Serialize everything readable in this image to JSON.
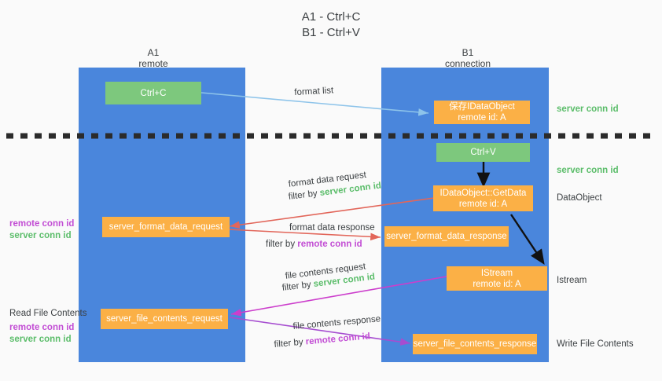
{
  "title": {
    "line1": "A1 - Ctrl+C",
    "line2": "B1 - Ctrl+V"
  },
  "colors": {
    "column": "#4a86dc",
    "green_box": "#7dc87d",
    "orange_box": "#fbb046",
    "server_conn_text": "#5bbd6a",
    "remote_conn_text": "#c24dd4",
    "arrow_blue": "#8ec4ea",
    "arrow_red": "#e2665a",
    "arrow_magenta": "#cc3ecc",
    "arrow_purple": "#a64dd0",
    "arrow_black": "#000000",
    "background": "#fafafa"
  },
  "columns": [
    {
      "id": "a1",
      "title": "A1",
      "subtitle": "remote"
    },
    {
      "id": "b1",
      "title": "B1",
      "subtitle": "connection"
    }
  ],
  "boxes": {
    "ctrl_c": {
      "line1": "Ctrl+C",
      "line2": ""
    },
    "save_idataobject": {
      "line1": "保存IDataObject",
      "line2": "remote id: A"
    },
    "ctrl_v": {
      "line1": "Ctrl+V",
      "line2": ""
    },
    "getdata": {
      "line1": "IDataObject::GetData",
      "line2": "remote id: A"
    },
    "istream": {
      "line1": "IStream",
      "line2": "remote id: A"
    },
    "format_data_request": {
      "line1": "server_format_data_request",
      "line2": ""
    },
    "format_data_response": {
      "line1": "server_format_data_response",
      "line2": ""
    },
    "file_contents_request": {
      "line1": "server_file_contents_request",
      "line2": ""
    },
    "file_contents_response": {
      "line1": "server_file_contents_response",
      "line2": ""
    }
  },
  "edge_labels": {
    "format_list": "format list",
    "format_data_request": "format data request",
    "format_data_request_filter_prefix": "filter by ",
    "format_data_request_filter_value": "server conn id",
    "format_data_response": "format data response",
    "format_data_response_filter_prefix": "filter by ",
    "format_data_response_filter_value": "remote conn id",
    "file_contents_request": "file contents request",
    "file_contents_request_filter_prefix": "filter by ",
    "file_contents_request_filter_value": "server conn id",
    "file_contents_response": "file contents response",
    "file_contents_response_filter_prefix": "filter by ",
    "file_contents_response_filter_value": "remote conn id"
  },
  "side_labels": {
    "right_server_conn_top": "server conn id",
    "right_server_conn_mid": "server conn id",
    "right_dataobject": "DataObject",
    "right_istream": "Istream",
    "right_write_file_contents": "Write File Contents",
    "left_remote_conn_1": "remote conn id",
    "left_server_conn_1": "server conn id",
    "left_read_file_contents": "Read File Contents",
    "left_remote_conn_2": "remote conn id",
    "left_server_conn_2": "server conn id"
  }
}
